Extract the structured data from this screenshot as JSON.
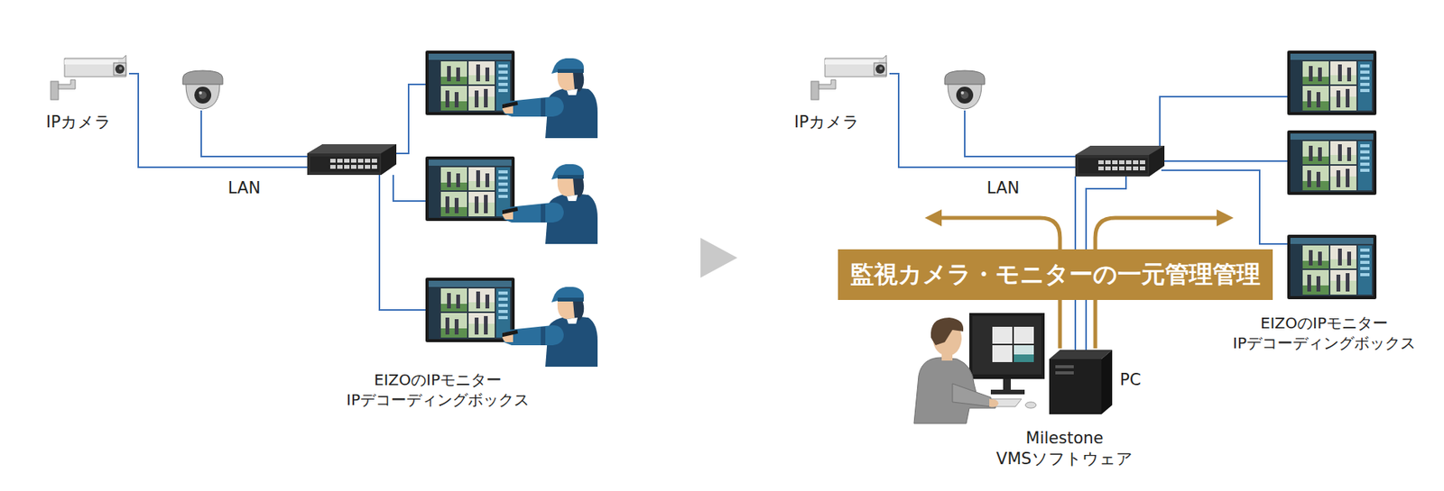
{
  "diagram": {
    "nodes": [
      {
        "text": [
          "監視カメラ・モニターの一元管理管理"
        ]
      }
    ],
    "labels": [
      "IPカメラ",
      "LAN",
      "EIZOのIPモニター IPデコーディングボックス",
      "IPカメラ",
      "LAN",
      "EIZOのIPモニター IPデコーディングボックス",
      "PC",
      "Milestone VMSソフトウェア"
    ]
  }
}
